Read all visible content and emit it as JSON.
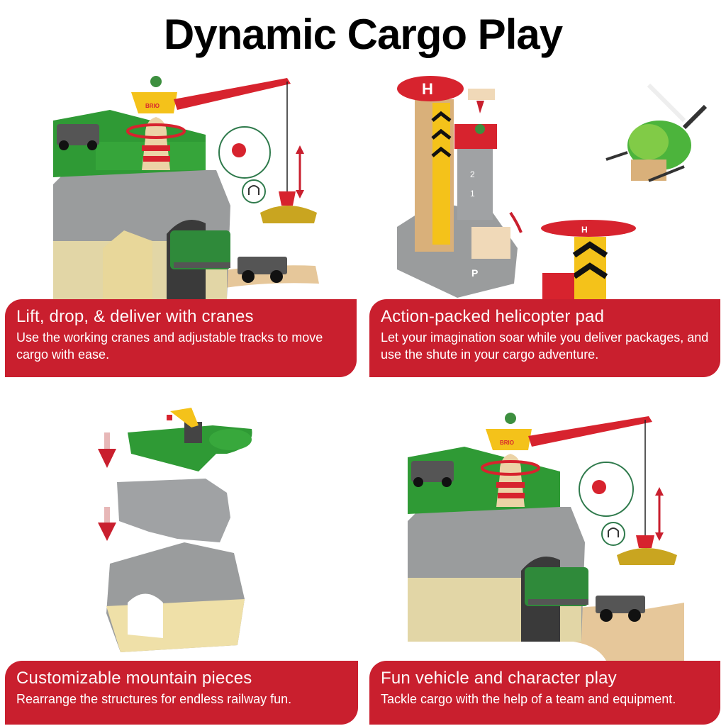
{
  "page": {
    "title": "Dynamic Cargo Play"
  },
  "panels": [
    {
      "heading": "Lift, drop, & deliver with cranes",
      "body": "Use the working cranes and adjustable tracks to move cargo with ease.",
      "image_label": "BRIO",
      "icons": [
        "rotate-arrow-icon",
        "magnet-icon",
        "up-down-arrow-icon"
      ]
    },
    {
      "heading": "Action-packed helicopter pad",
      "body": "Let your imagination soar while you deliver packages, and use the shute in your cargo adventure.",
      "pad_label": "H",
      "level_labels": [
        "2",
        "1"
      ],
      "parking_label": "P"
    },
    {
      "heading": "Customizable mountain pieces",
      "body": "Rearrange the structures for endless railway fun."
    },
    {
      "heading": "Fun vehicle and character play",
      "body": "Tackle cargo with the help of a team and equipment.",
      "image_label": "BRIO"
    }
  ],
  "colors": {
    "banner": "#c91f2e",
    "banner_text": "#ffffff",
    "title": "#000000",
    "crane_red": "#d7232e",
    "platform_green": "#2f9a35",
    "mountain_gray": "#9a9c9d",
    "sand": "#efe0a8",
    "wood": "#e6c79a",
    "yellow": "#f4c21a"
  }
}
